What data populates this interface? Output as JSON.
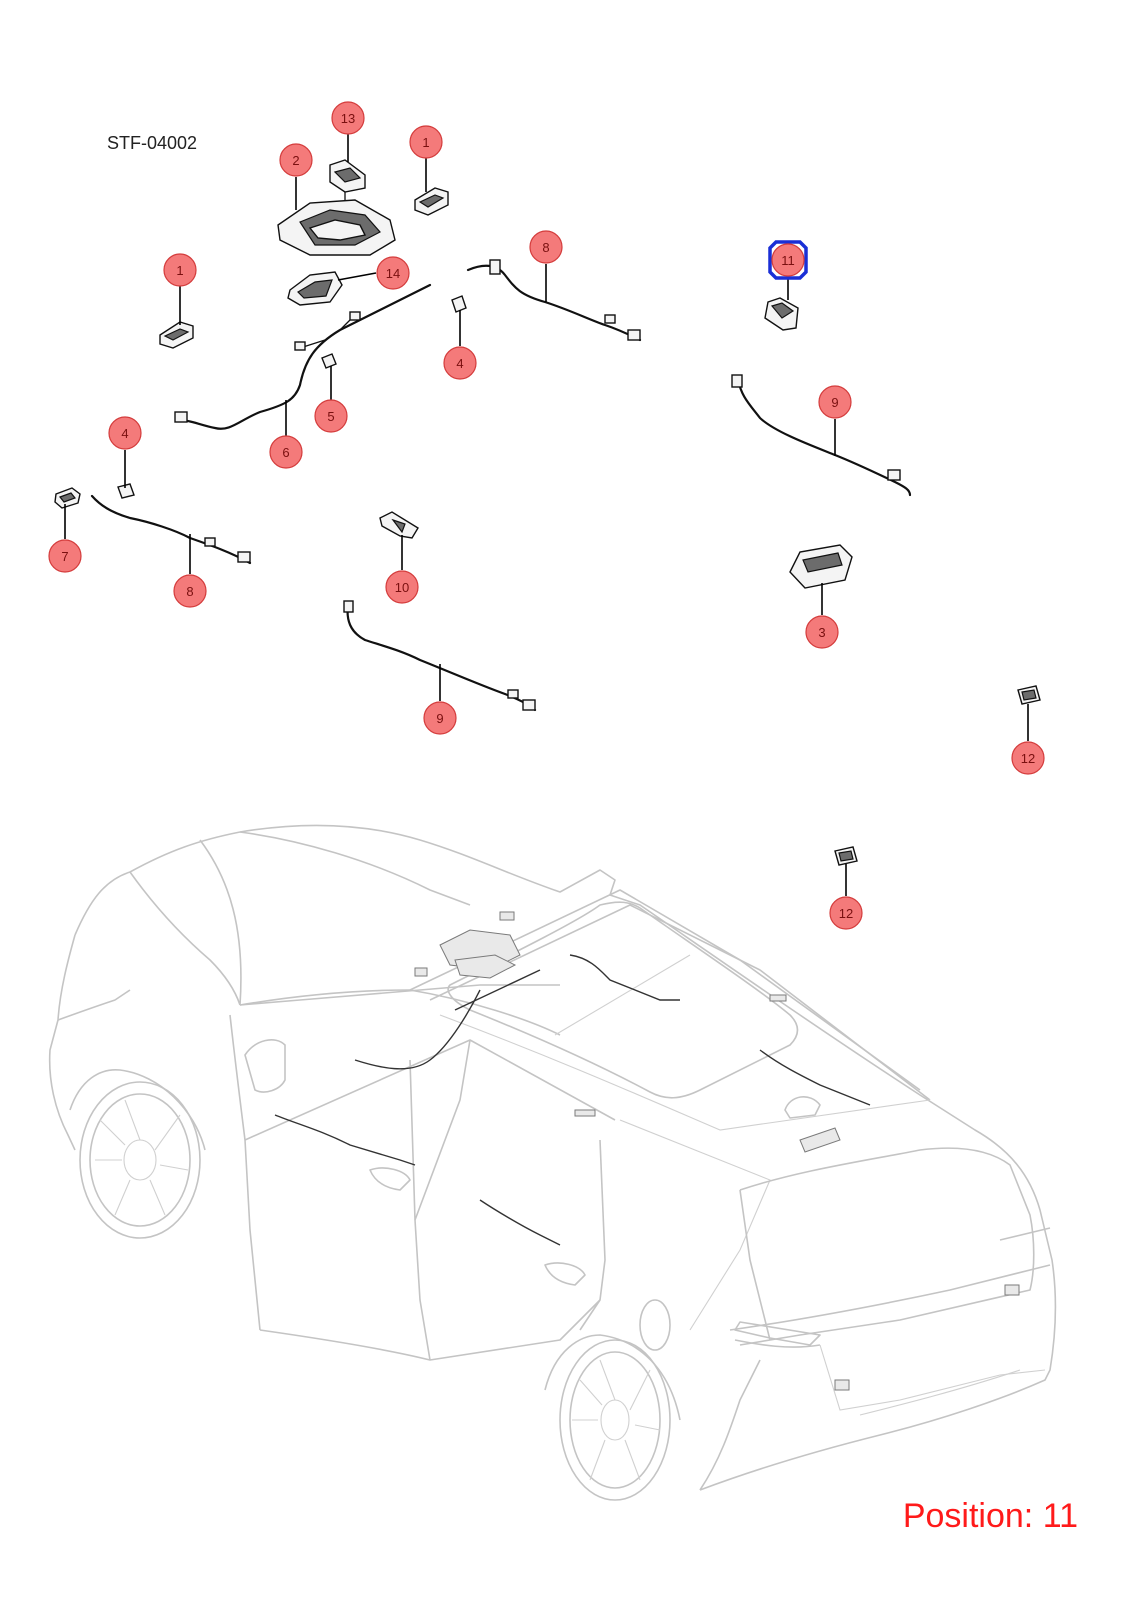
{
  "drawing_code": "STF-04002",
  "position_label": "Position: 11",
  "selected_callout": "11",
  "colors": {
    "callout_fill": "#f47a7a",
    "callout_stroke": "#d43c3c",
    "selected_stroke": "#1a2fd6",
    "position_text": "#ff1a1a",
    "car_outline": "#c4c4c4"
  },
  "callouts": [
    {
      "id": "c13",
      "label": "13"
    },
    {
      "id": "c2",
      "label": "2"
    },
    {
      "id": "c1a",
      "label": "1"
    },
    {
      "id": "c1b",
      "label": "1"
    },
    {
      "id": "c14",
      "label": "14"
    },
    {
      "id": "c8a",
      "label": "8"
    },
    {
      "id": "c11",
      "label": "11"
    },
    {
      "id": "c4a",
      "label": "4"
    },
    {
      "id": "c5",
      "label": "5"
    },
    {
      "id": "c6",
      "label": "6"
    },
    {
      "id": "c9a",
      "label": "9"
    },
    {
      "id": "c4b",
      "label": "4"
    },
    {
      "id": "c7",
      "label": "7"
    },
    {
      "id": "c8b",
      "label": "8"
    },
    {
      "id": "c10",
      "label": "10"
    },
    {
      "id": "c3",
      "label": "3"
    },
    {
      "id": "c9b",
      "label": "9"
    },
    {
      "id": "c12a",
      "label": "12"
    },
    {
      "id": "c12b",
      "label": "12"
    }
  ]
}
